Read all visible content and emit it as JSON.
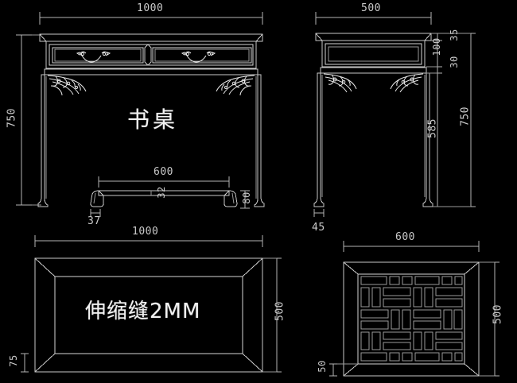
{
  "drawing": {
    "title_label": "书桌",
    "note_label": "伸缩缝2MM",
    "line_color": "#c8c8c8",
    "dim_color": "#bdbdbd",
    "background": "#000000",
    "accent": "#ffffff"
  },
  "views": {
    "front_elevation": {
      "name": "书桌",
      "dims": {
        "width": "1000",
        "height": "750",
        "stretcher_width": "600",
        "stretcher_thickness": "32",
        "foot_height": "80",
        "leg_width": "37"
      }
    },
    "side_elevation": {
      "dims": {
        "depth": "500",
        "apron_top": "35",
        "drawer_band": "100",
        "apron_rail": "30",
        "leg_clear": "585",
        "total_height": "750",
        "foot_width": "45"
      }
    },
    "top_plan": {
      "note": "伸缩缝2MM",
      "dims": {
        "length": "1000",
        "width": "500",
        "frame_width": "75"
      }
    },
    "lattice_panel": {
      "dims": {
        "width": "600",
        "height": "500",
        "frame_width": "50"
      }
    }
  },
  "labels": {
    "d1000_top": "1000",
    "d750_left": "750",
    "d600_mid": "600",
    "d32_mid": "32",
    "d80_right": "80",
    "d37_leg": "37",
    "d500_side": "500",
    "d35_side": "35",
    "d100_side": "100",
    "d30_side": "30",
    "d585_side": "585",
    "d750_side": "750",
    "d45_side": "45",
    "d1000_plan": "1000",
    "d500_plan": "500",
    "d75_plan": "75",
    "d600_lat": "600",
    "d500_lat": "500",
    "d50_lat": "50"
  }
}
